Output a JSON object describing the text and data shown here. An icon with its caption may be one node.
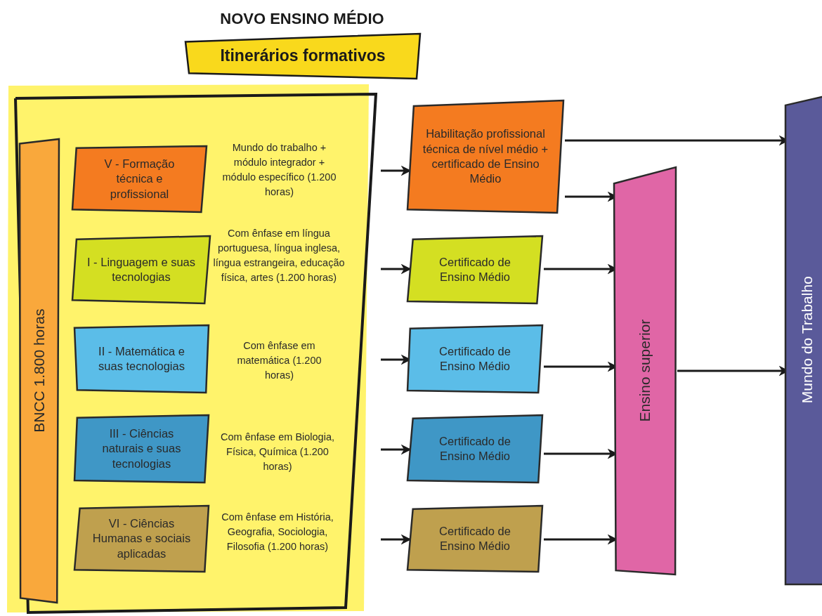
{
  "diagram": {
    "title": "NOVO ENSINO MÉDIO",
    "nodes": [
      {
        "text": [
          "Itinerários formativos"
        ]
      },
      {
        "text": [],
        "shape": "box"
      },
      {
        "text": [
          "BNCC 1.800 horas"
        ],
        "in": 1
      },
      {
        "text": [
          "V - Formação técnica e profissional"
        ],
        "in": 1,
        "beside": [
          "Mundo do trabalho + módulo integrador + módulo específico (1.200 horas)"
        ]
      },
      {
        "text": [
          "I - Linguagem e suas tecnologias"
        ],
        "in": 1,
        "beside": [
          "Com ênfase em língua portuguesa, língua inglesa, língua estrangeira, educação física, artes (1.200 horas)"
        ]
      },
      {
        "text": [
          "II - Matemática e suas tecnologias"
        ],
        "in": 1,
        "beside": [
          "Com ênfase em matemática (1.200 horas)"
        ]
      },
      {
        "text": [
          "III - Ciências naturais e suas tecnologias"
        ],
        "in": 1,
        "beside": [
          "Com ênfase em Biologia, Física, Química (1.200 horas)"
        ]
      },
      {
        "text": [
          "VI - Ciências Humanas e sociais aplicadas"
        ],
        "in": 1,
        "beside": [
          "Com ênfase em História, Geografia, Sociologia, Filosofia (1.200 horas)"
        ]
      },
      {
        "text": [
          "Habilitação profissional técnica de nível médio + certificado de Ensino Médio"
        ]
      },
      {
        "text": [
          "Certificado de Ensino Médio"
        ]
      },
      {
        "text": [
          "Certificado de Ensino Médio"
        ]
      },
      {
        "text": [
          "Certificado de Ensino Médio"
        ]
      },
      {
        "text": [
          "Certificado de Ensino Médio"
        ]
      },
      {
        "text": [
          "Ensino superior"
        ]
      },
      {
        "text": [
          "Mundo do Trabalho"
        ]
      }
    ],
    "edges": [
      {
        "from": null,
        "to": 8,
        "arrow": "to"
      },
      {
        "from": null,
        "to": 9,
        "arrow": "to"
      },
      {
        "from": null,
        "to": 10,
        "arrow": "to"
      },
      {
        "from": null,
        "to": 11,
        "arrow": "to"
      },
      {
        "from": null,
        "to": 12,
        "arrow": "to"
      },
      {
        "from": 8,
        "to": 14,
        "arrow": "to"
      },
      {
        "from": 8,
        "to": 13,
        "arrow": "to"
      },
      {
        "from": 9,
        "to": 13,
        "arrow": "to"
      },
      {
        "from": 10,
        "to": 13,
        "arrow": "to"
      },
      {
        "from": 11,
        "to": 13,
        "arrow": "to"
      },
      {
        "from": 12,
        "to": 13,
        "arrow": "to"
      },
      {
        "from": 13,
        "to": 14,
        "arrow": "to"
      }
    ]
  }
}
